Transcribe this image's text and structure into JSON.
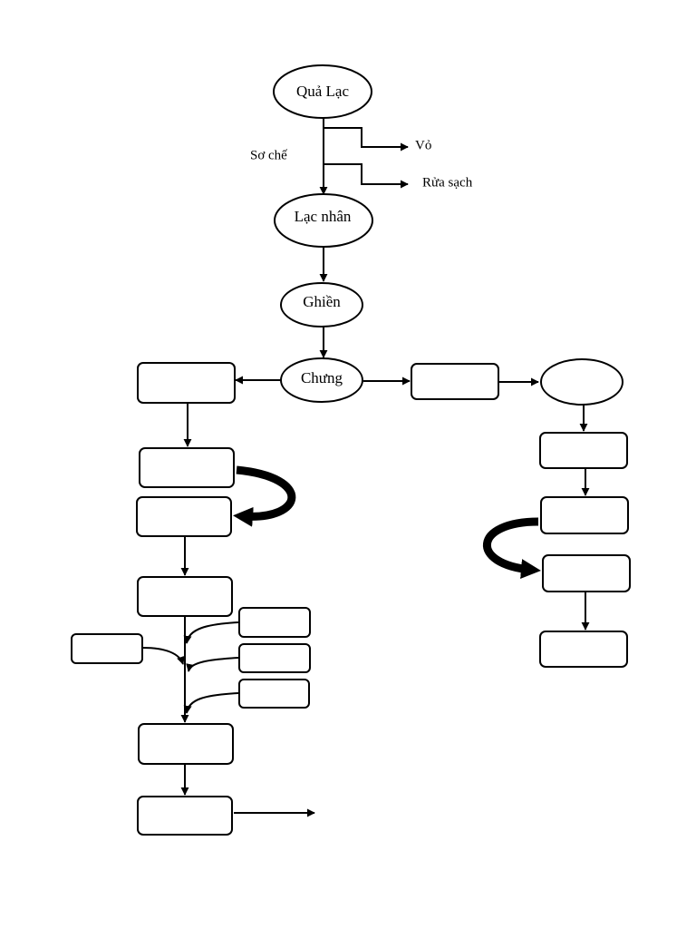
{
  "diagram": {
    "nodes": {
      "qua_lac": "Quả Lạc",
      "lac_nhan": "Lạc nhân",
      "ghien": "Ghiền",
      "chung": "Chưng"
    },
    "labels": {
      "so_che": "Sơ chế",
      "vo": "Vỏ",
      "rua_sach": "Rửa sạch"
    }
  }
}
